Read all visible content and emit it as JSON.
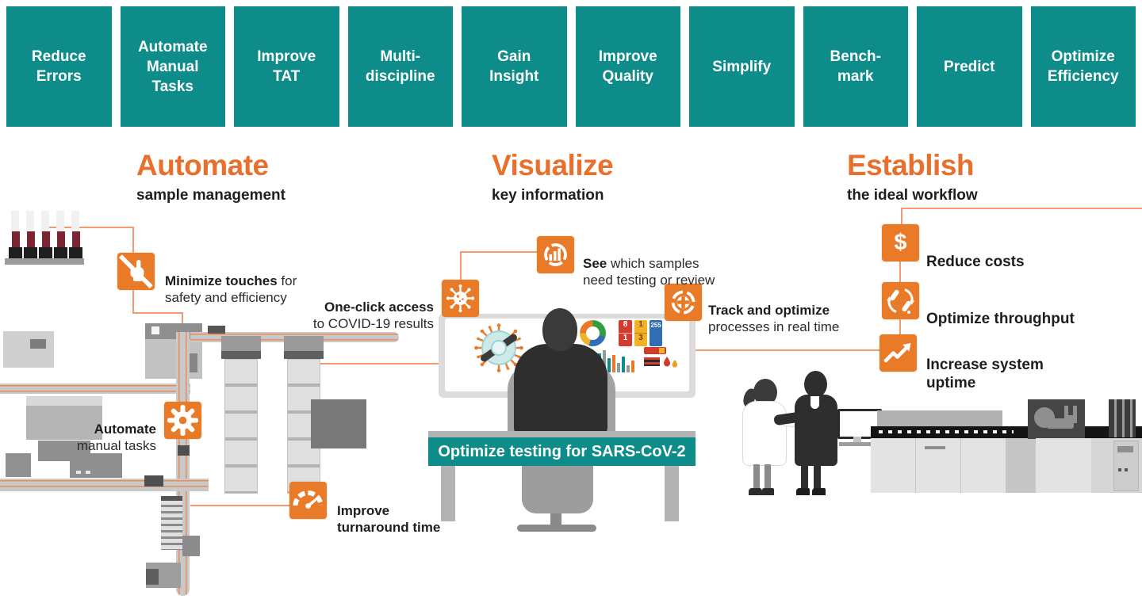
{
  "colors": {
    "teal": "#0E8C8A",
    "heading_orange": "#E8702C",
    "icon_orange": "#E87A28",
    "connector_orange": "#F29B70",
    "text_dark": "#262626"
  },
  "top_boxes": [
    {
      "label": "Reduce\nErrors"
    },
    {
      "label": "Automate\nManual\nTasks"
    },
    {
      "label": "Improve\nTAT"
    },
    {
      "label": "Multi-\ndiscipline"
    },
    {
      "label": "Gain\nInsight"
    },
    {
      "label": "Improve\nQuality"
    },
    {
      "label": "Simplify"
    },
    {
      "label": "Bench-\nmark"
    },
    {
      "label": "Predict"
    },
    {
      "label": "Optimize\nEfficiency"
    }
  ],
  "sections": {
    "automate": {
      "title": "Automate",
      "subtitle": "sample management"
    },
    "visualize": {
      "title": "Visualize",
      "subtitle": "key information"
    },
    "establish": {
      "title": "Establish",
      "subtitle": "the ideal workflow"
    }
  },
  "callouts": {
    "minimize_touches": {
      "bold": "Minimize touches",
      "regular": " for\nsafety and efficiency"
    },
    "one_click": {
      "bold": "One-click access",
      "regular": "\nto COVID-19 results"
    },
    "see_samples": {
      "bold": "See",
      "regular": " which samples\nneed testing or review"
    },
    "track_optimize": {
      "bold": "Track and optimize",
      "regular": "\nprocesses in real time"
    },
    "automate_tasks": {
      "bold": "Automate",
      "regular": "\nmanual tasks"
    },
    "improve_tat": {
      "bold": "Improve\nturnaround time"
    },
    "reduce_costs": {
      "bold": "Reduce costs"
    },
    "optimize_throughput": {
      "bold": "Optimize throughput"
    },
    "increase_uptime": {
      "bold": "Increase system\nuptime"
    }
  },
  "banner": {
    "label": "Optimize testing for SARS-CoV-2"
  },
  "screen": {
    "tiles": {
      "red_top": "8",
      "red_bottom": "1",
      "yellow_top": "1",
      "yellow_bottom": "3",
      "blue": "255"
    },
    "bars": {
      "values": [
        16,
        24,
        28,
        18,
        22,
        12,
        20,
        9,
        15
      ],
      "colors": [
        "#8f9a9a",
        "#0e8c8a",
        "#8f9a9a",
        "#0e8c8a",
        "#e87a28",
        "#8f9a9a",
        "#0e8c8a",
        "#8f9a9a",
        "#e87a28"
      ]
    }
  },
  "icons": {
    "minimize_touches": "no-touch-icon",
    "one_click": "virus-icon",
    "see_samples": "donut-bar-chart-icon",
    "track_optimize": "target-plus-icon",
    "automate_tasks": "gear-icon",
    "improve_tat": "gauge-icon",
    "reduce_costs": "dollar-icon",
    "optimize_throughput": "circular-arrows-tubes-icon",
    "increase_uptime": "trend-up-arrow-icon"
  }
}
